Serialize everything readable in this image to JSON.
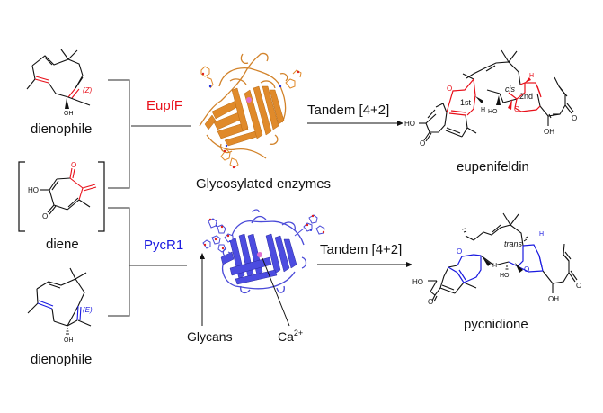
{
  "figure": {
    "title": "Glycosylated enzymes catalyzing tandem [4+2] cycloadditions",
    "colors": {
      "eupf_accent": "#e8101a",
      "pycr_accent": "#1a1ae0",
      "eupf_protein": "#e08a2a",
      "pycr_protein": "#4a4ad8",
      "bond": "#111111",
      "connector": "#555555",
      "ca_ion": "#e070d0",
      "glycan_o": "#e02020",
      "glycan_n": "#2030e0"
    }
  },
  "reactants": {
    "dienophile_top": {
      "label": "dienophile",
      "geometry_label": "(Z)",
      "oh_label": "OH"
    },
    "diene": {
      "label": "diene",
      "ho_label": "HO",
      "o_label_1": "O",
      "o_label_2": "O"
    },
    "dienophile_bottom": {
      "label": "dienophile",
      "geometry_label": "(E)",
      "oh_label": "OH"
    }
  },
  "enzymes": {
    "top": {
      "name": "EupfF",
      "caption": "Glycosylated enzymes"
    },
    "bottom": {
      "name": "PycR1",
      "annotation_glycans": "Glycans",
      "annotation_ion": "Ca",
      "annotation_ion_charge": "2+"
    }
  },
  "reactions": {
    "top": {
      "label": "Tandem [4+2]"
    },
    "bottom": {
      "label": "Tandem [4+2]"
    }
  },
  "products": {
    "top": {
      "name": "eupenifeldin",
      "stereo_label": "cis",
      "step1_label": "1st",
      "step2_label": "2nd",
      "atoms": {
        "ho_left": "HO",
        "o_left": "O",
        "oh_bottom": "OH",
        "o_right": "O",
        "ho_mid": "HO",
        "h1": "H",
        "h2": "H",
        "o_ring1": "O",
        "o_ring2": "O"
      }
    },
    "bottom": {
      "name": "pycnidione",
      "stereo_label": "trans",
      "atoms": {
        "ho_left": "HO",
        "o_left": "O",
        "oh_bottom": "OH",
        "o_right": "O",
        "ho_mid": "HO",
        "h1": "H",
        "h2": "H",
        "o_ring1": "O",
        "o_ring2": "O"
      }
    }
  }
}
